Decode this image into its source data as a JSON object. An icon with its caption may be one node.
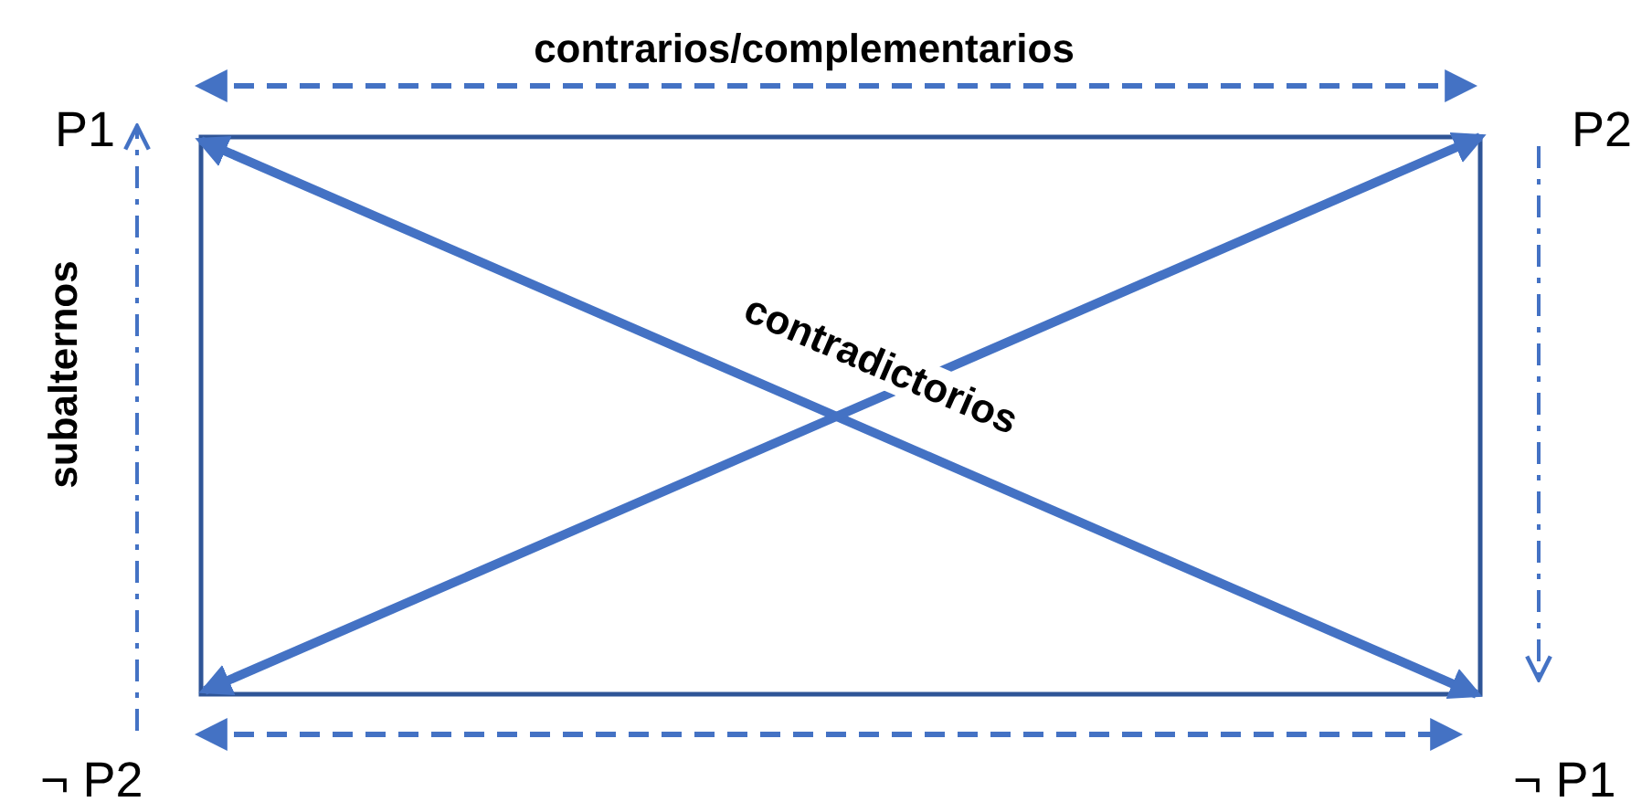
{
  "diagram": {
    "nodes": [
      {
        "text": [
          "P1"
        ]
      },
      {
        "text": [
          "P2"
        ]
      },
      {
        "text": [
          "¬ P2"
        ]
      },
      {
        "text": [
          "¬ P1"
        ]
      }
    ],
    "edges": [
      {
        "from": 0,
        "to": 1,
        "arrow": "both",
        "style": "dashed",
        "label": "contrarios/complementarios"
      },
      {
        "from": 2,
        "to": 0,
        "arrow": "to",
        "style": "dashed",
        "label": "subalternos"
      },
      {
        "from": 1,
        "to": 3,
        "arrow": "to",
        "style": "dashed"
      },
      {
        "from": 0,
        "to": 3,
        "arrow": "both",
        "label": "contradictorios"
      },
      {
        "from": 1,
        "to": 2,
        "arrow": "both"
      },
      {
        "from": 2,
        "to": 3,
        "arrow": "both",
        "style": "dashed"
      }
    ]
  }
}
